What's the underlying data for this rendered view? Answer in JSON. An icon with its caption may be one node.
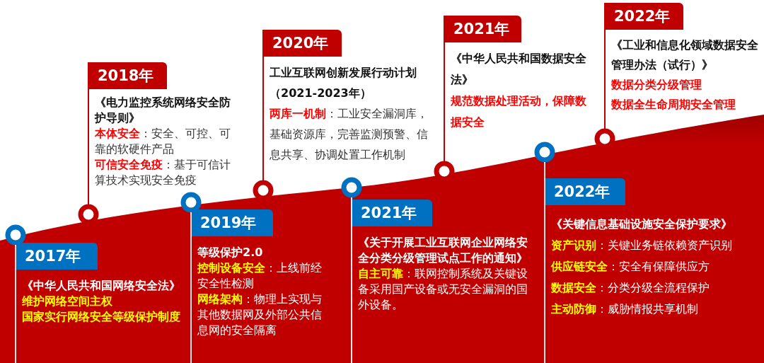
{
  "diagram": {
    "nodes": [
      {
        "text": [
          "2017年",
          "《中华人民共和国网络安全法》",
          "维护网络空间主权",
          "国家实行网络安全等级保护制度"
        ]
      },
      {
        "text": [
          "2018年",
          "《电力监控系统网络安全防护导则》",
          "**本体安全**：安全、可控、可靠的软硬件产品",
          "**可信安全免疫**：基于可信计算技术实现安全免疫"
        ]
      },
      {
        "text": [
          "2019年",
          "等级保护2.0",
          "**控制设备安全**：上线前经安全性检测",
          "**网络架构**：物理上实现与其他数据网及外部公共信息网的安全隔离"
        ]
      },
      {
        "text": [
          "2020年",
          "工业互联网创新发展行动计划（2021-2023年）",
          "**两库一机制**：工业安全漏洞库，基础资源库，完善监测预警、信息共享、协调处置工作机制"
        ]
      },
      {
        "text": [
          "2021年",
          "《关于开展工业互联网企业网络安全分类分级管理试点工作的通知》",
          "**自主可靠**：联网控制系统及关键设备采用国产设备或无安全漏洞的国外设备。"
        ]
      },
      {
        "text": [
          "2021年",
          "《中华人民共和国数据安全法》",
          "规范数据处理活动，保障数据安全"
        ]
      },
      {
        "text": [
          "2022年",
          "《关键信息基础设施安全保护要求》",
          "**资产识别**：关键业务链依赖资产识别",
          "**供应链安全**：安全有保障供应方",
          "**数据安全**：分类分级全流程保护",
          "**主动防御**：威胁情报共享机制"
        ]
      },
      {
        "text": [
          "2022年",
          "《工业和信息化领域数据安全管理办法（试行）》",
          "数据分类分级管理",
          "数据全生命周期安全管理"
        ]
      }
    ]
  }
}
